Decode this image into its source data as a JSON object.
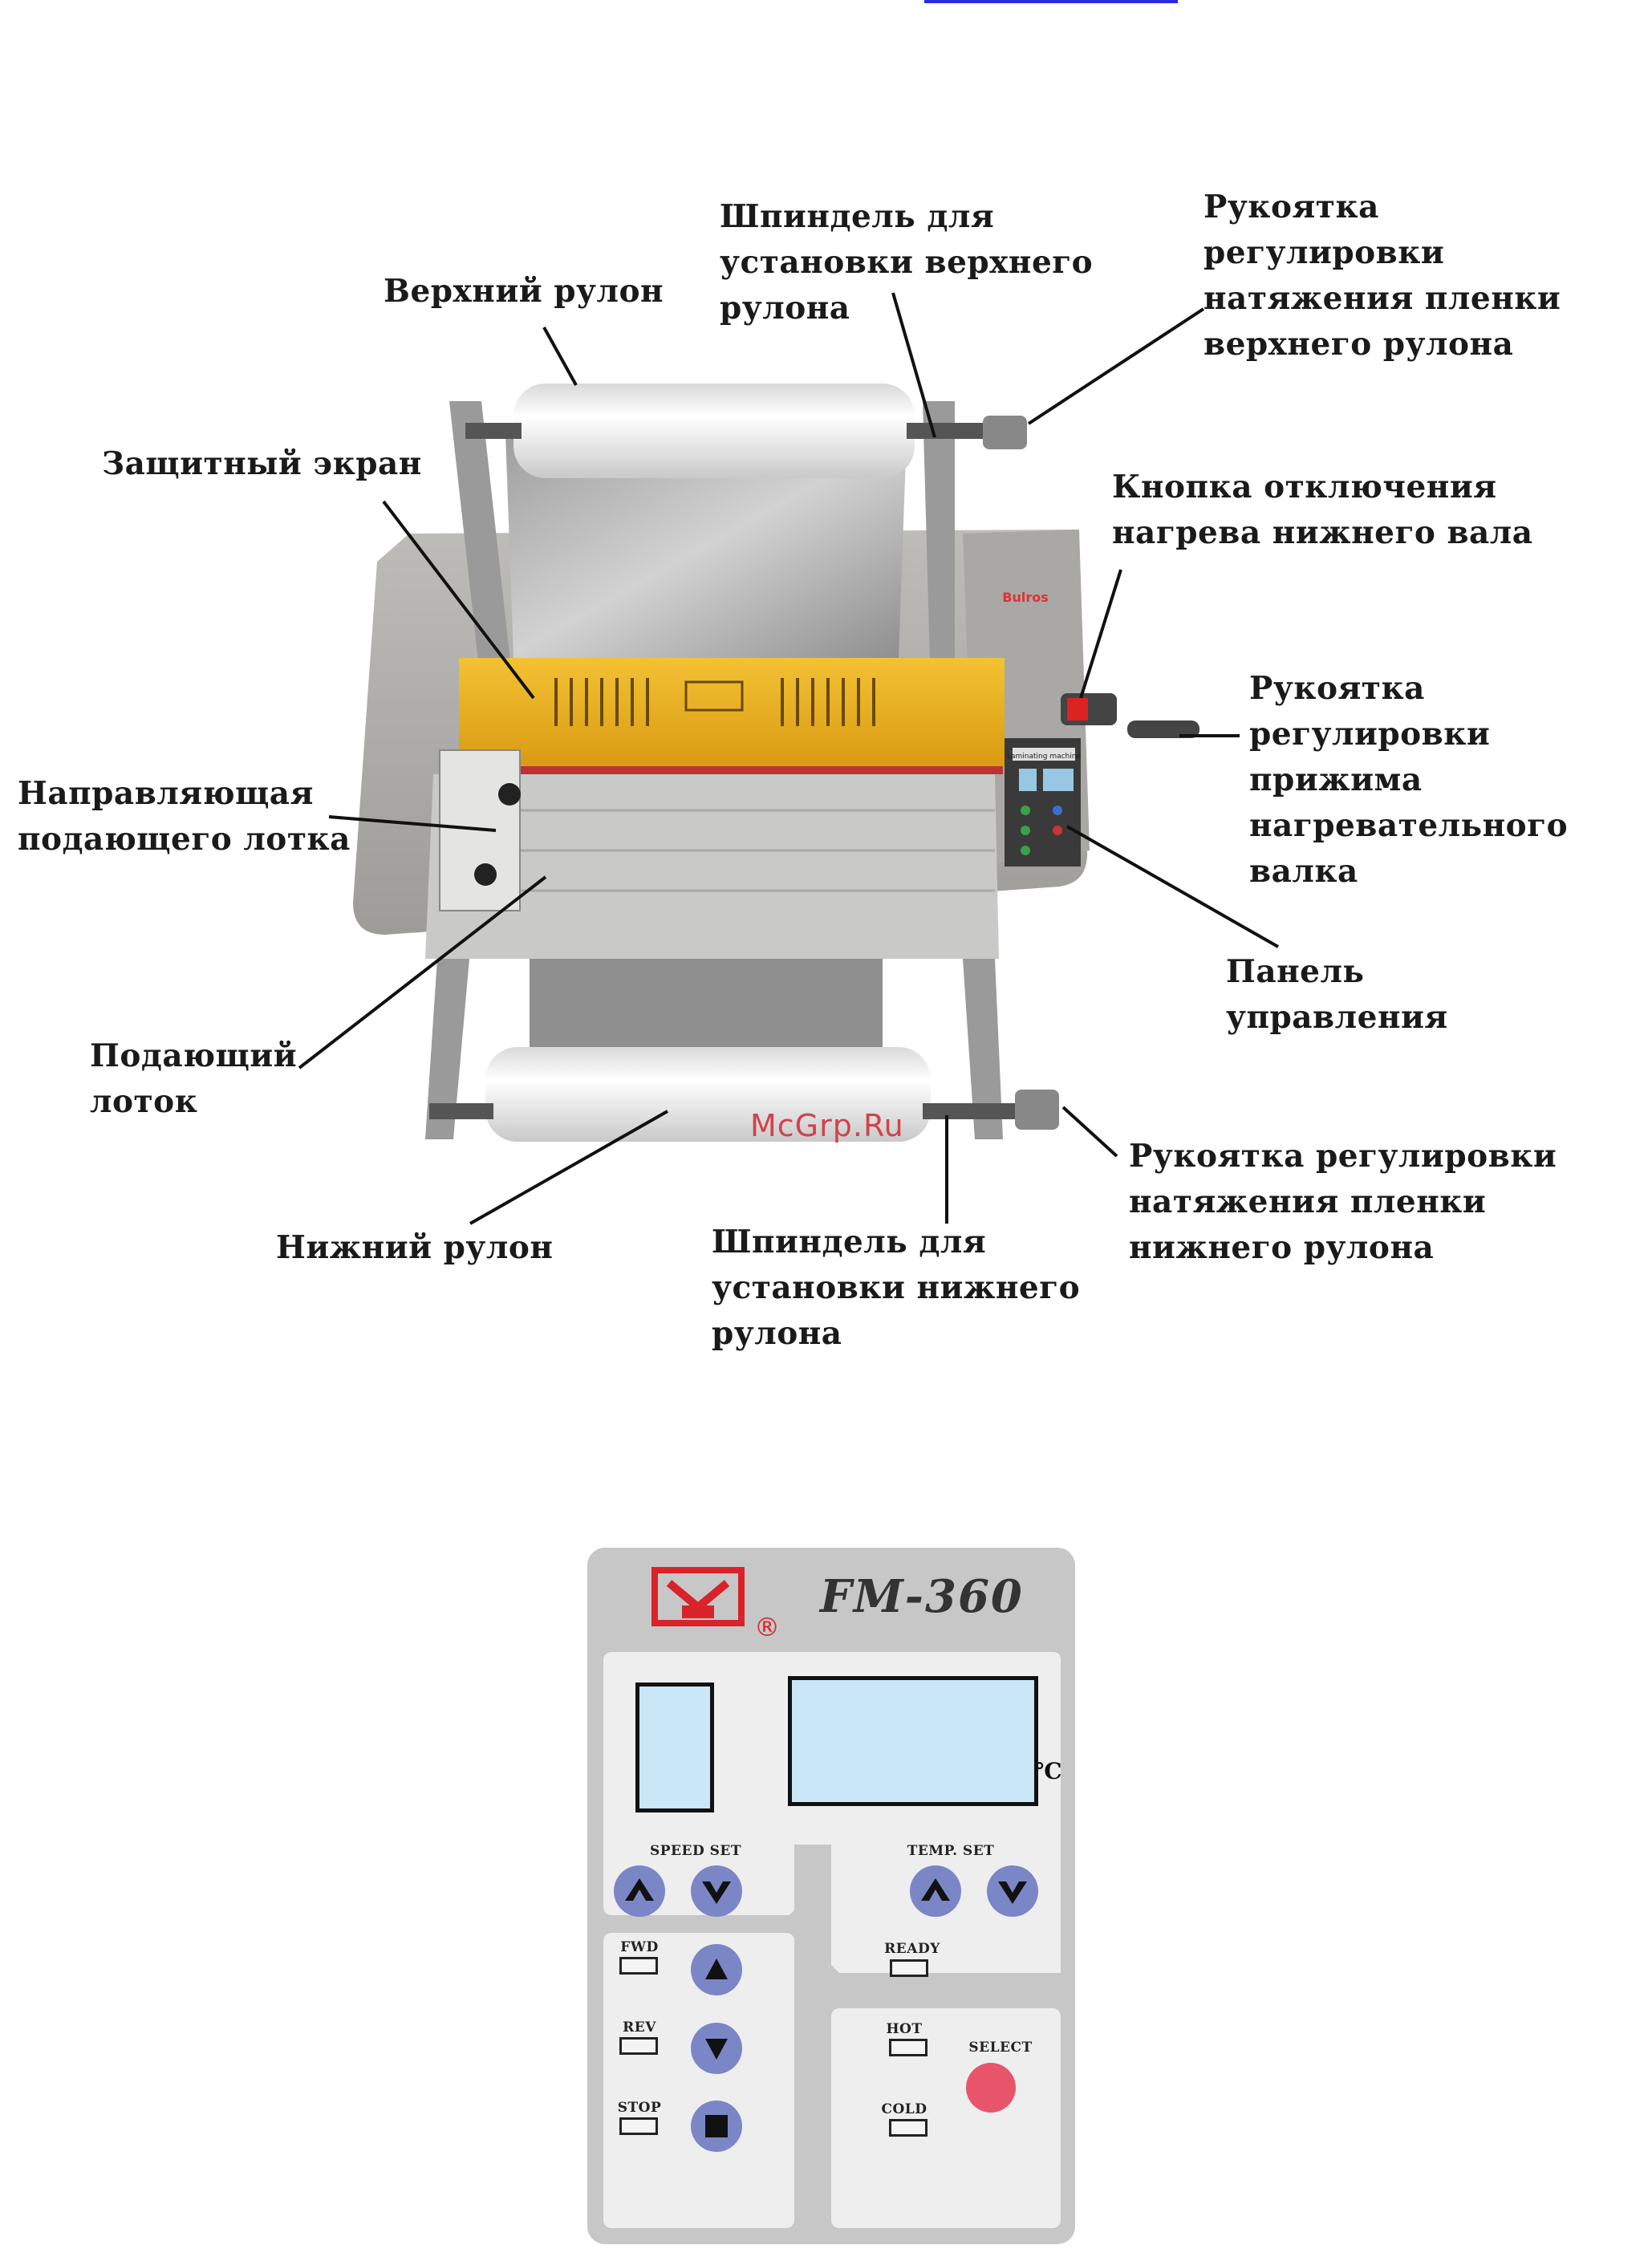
{
  "labels": {
    "upper_roll": "Верхний рулон",
    "upper_spindle": "Шпиндель для\nустановки верхнего\nрулона",
    "upper_tension_knob": "Рукоятка\nрегулировки\nнатяжения пленки\nверхнего рулона",
    "protective_screen": "Защитный экран",
    "heat_off_button": "Кнопка отключения\nнагрева нижнего вала",
    "pressure_knob": "Рукоятка\nрегулировки прижима\nнагревательного\nвалка",
    "tray_guide": "Направляющая\nподающего  лотка",
    "control_panel": "Панель\nуправления",
    "feed_tray": "Подающий\nлоток",
    "lower_tension_knob": "Рукоятка регулировки\nнатяжения пленки\nнижнего рулона",
    "lower_roll": "Нижний рулон",
    "lower_spindle": "Шпиндель для\nустановки нижнего\nрулона"
  },
  "machine": {
    "brand_plate": "Bulros",
    "panel_header": "Laminating machine",
    "watermark": "McGrp.Ru"
  },
  "panel": {
    "model": "FM-360",
    "registered": "®",
    "temp_unit": "℃",
    "speed_set": "SPEED SET",
    "temp_set": "TEMP. SET",
    "fwd": "FWD",
    "rev": "REV",
    "stop": "STOP",
    "ready": "READY",
    "hot": "HOT",
    "cold": "COLD",
    "select": "SELECT"
  },
  "colors": {
    "lcd": "#c9e7f6",
    "button_blue": "#7b86c7",
    "select_red": "#e8546a",
    "logo_red": "#d8232a",
    "heater_yellow": "#e9b21c"
  }
}
